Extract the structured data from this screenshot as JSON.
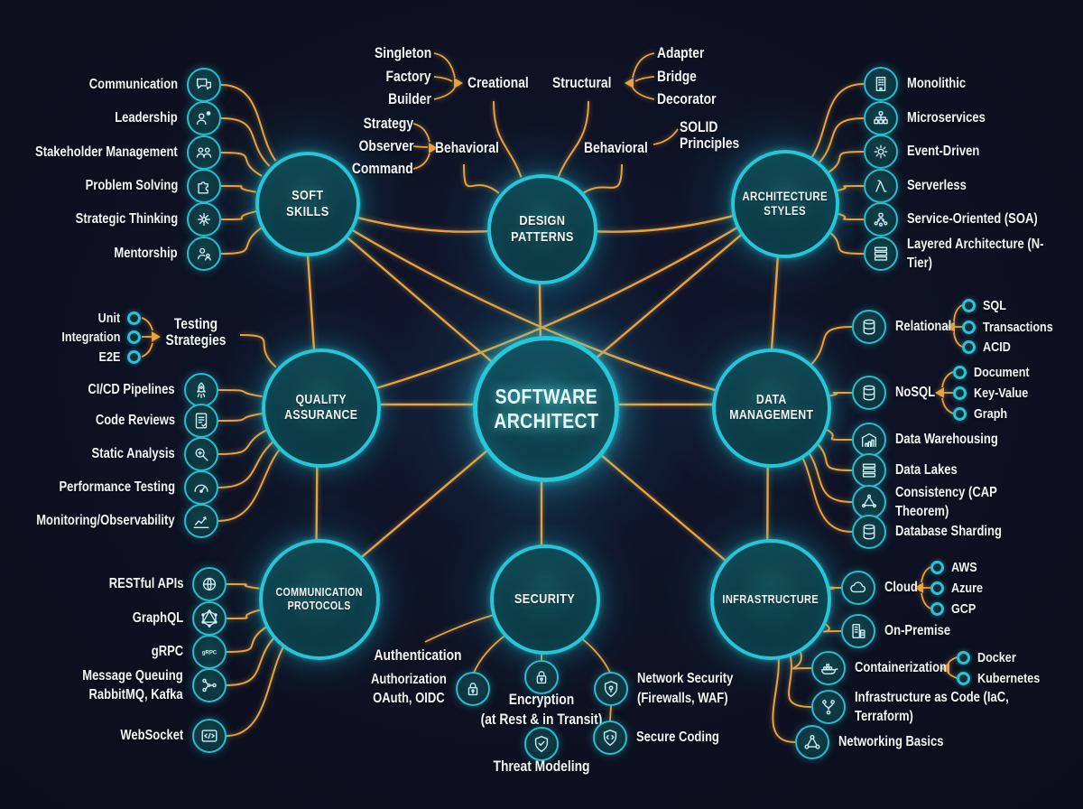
{
  "colors": {
    "background": "#0d1122",
    "node_ring": "#27c5d8",
    "node_fill": "#0d3b46",
    "line_orange": "#e8a23e",
    "text": "#f3f6f8",
    "badge_ring": "#29bccd"
  },
  "center": {
    "label": "SOFTWARE\nARCHITECT"
  },
  "hubs": {
    "soft_skills": {
      "label": "SOFT\nSKILLS"
    },
    "design_patterns": {
      "label": "DESIGN\nPATTERNS"
    },
    "architecture_styles": {
      "label": "ARCHITECTURE\nSTYLES"
    },
    "quality_assurance": {
      "label": "QUALITY\nASSURANCE"
    },
    "data_management": {
      "label": "DATA\nMANAGEMENT"
    },
    "communication_protocols": {
      "label": "COMMUNICATION\nPROTOCOLS"
    },
    "security": {
      "label": "SECURITY"
    },
    "infrastructure": {
      "label": "INFRASTRUCTURE"
    }
  },
  "soft_skills": {
    "items": [
      {
        "label": "Communication",
        "icon": "chat"
      },
      {
        "label": "Leadership",
        "icon": "leader"
      },
      {
        "label": "Stakeholder Management",
        "icon": "team"
      },
      {
        "label": "Problem Solving",
        "icon": "puzzle"
      },
      {
        "label": "Strategic Thinking",
        "icon": "netstar"
      },
      {
        "label": "Mentorship",
        "icon": "mentor"
      }
    ]
  },
  "design_patterns": {
    "creational": {
      "label": "Creational",
      "children": [
        "Singleton",
        "Factory",
        "Builder"
      ]
    },
    "behavioral": {
      "label": "Behavioral",
      "children": [
        "Strategy",
        "Observer",
        "Command"
      ]
    },
    "structural": {
      "label": "Structural",
      "children": [
        "Adapter",
        "Bridge",
        "Decorator"
      ]
    },
    "behavioral2": {
      "label": "Behavioral"
    },
    "solid": {
      "label": "SOLID\nPrinciples"
    }
  },
  "architecture_styles": {
    "items": [
      {
        "label": "Monolithic",
        "icon": "building"
      },
      {
        "label": "Microservices",
        "icon": "micro"
      },
      {
        "label": "Event-Driven",
        "icon": "gear"
      },
      {
        "label": "Serverless",
        "icon": "lambda"
      },
      {
        "label": "Service-Oriented (SOA)",
        "icon": "soa"
      },
      {
        "label": "Layered Architecture (N-Tier)",
        "icon": "layers"
      }
    ]
  },
  "quality_assurance": {
    "testing": {
      "label": "Testing\nStrategies",
      "children": [
        "Unit",
        "Integration",
        "E2E"
      ]
    },
    "items": [
      {
        "label": "CI/CD Pipelines",
        "icon": "rocket"
      },
      {
        "label": "Code Reviews",
        "icon": "codedoc"
      },
      {
        "label": "Static Analysis",
        "icon": "magnify"
      },
      {
        "label": "Performance Testing",
        "icon": "gauge"
      },
      {
        "label": "Monitoring/Observability",
        "icon": "trend"
      }
    ]
  },
  "data_management": {
    "relational": {
      "label": "Relational",
      "icon": "db",
      "children": [
        "SQL",
        "Transactions",
        "ACID"
      ]
    },
    "nosql": {
      "label": "NoSQL",
      "icon": "db",
      "children": [
        "Document",
        "Key-Value",
        "Graph"
      ]
    },
    "items": [
      {
        "label": "Data Warehousing",
        "icon": "warehouse"
      },
      {
        "label": "Data Lakes",
        "icon": "layers"
      },
      {
        "label": "Consistency (CAP Theorem)",
        "icon": "cap"
      },
      {
        "label": "Database Sharding",
        "icon": "db"
      }
    ]
  },
  "communication_protocols": {
    "items": [
      {
        "label": "RESTful APIs",
        "icon": "api"
      },
      {
        "label": "GraphQL",
        "icon": "graphql"
      },
      {
        "label": "gRPC",
        "icon": "grpc"
      },
      {
        "label": "Message Queuing\nRabbitMQ, Kafka",
        "icon": "mq"
      },
      {
        "label": "WebSocket",
        "icon": "websocket"
      }
    ]
  },
  "security": {
    "authentication": {
      "label": "Authentication"
    },
    "authorization": {
      "label": "Authorization\nOAuth, OIDC",
      "icon": "lock"
    },
    "encryption": {
      "label": "Encryption\n(at Rest & in Transit)",
      "icon": "lock"
    },
    "threat": {
      "label": "Threat Modeling",
      "icon": "shieldcheck"
    },
    "network": {
      "label": "Network Security\n(Firewalls, WAF)",
      "icon": "shield"
    },
    "secure_coding": {
      "label": "Secure Coding",
      "icon": "shieldcode"
    }
  },
  "infrastructure": {
    "cloud": {
      "label": "Cloud",
      "icon": "cloud",
      "children": [
        "AWS",
        "Azure",
        "GCP"
      ]
    },
    "onprem": {
      "label": "On-Premise",
      "icon": "server"
    },
    "container": {
      "label": "Containerization",
      "icon": "whale",
      "children": [
        "Docker",
        "Kubernetes"
      ]
    },
    "iac": {
      "label": "Infrastructure as Code (IaC, Terraform)",
      "icon": "branch"
    },
    "networking": {
      "label": "Networking Basics",
      "icon": "net"
    }
  }
}
